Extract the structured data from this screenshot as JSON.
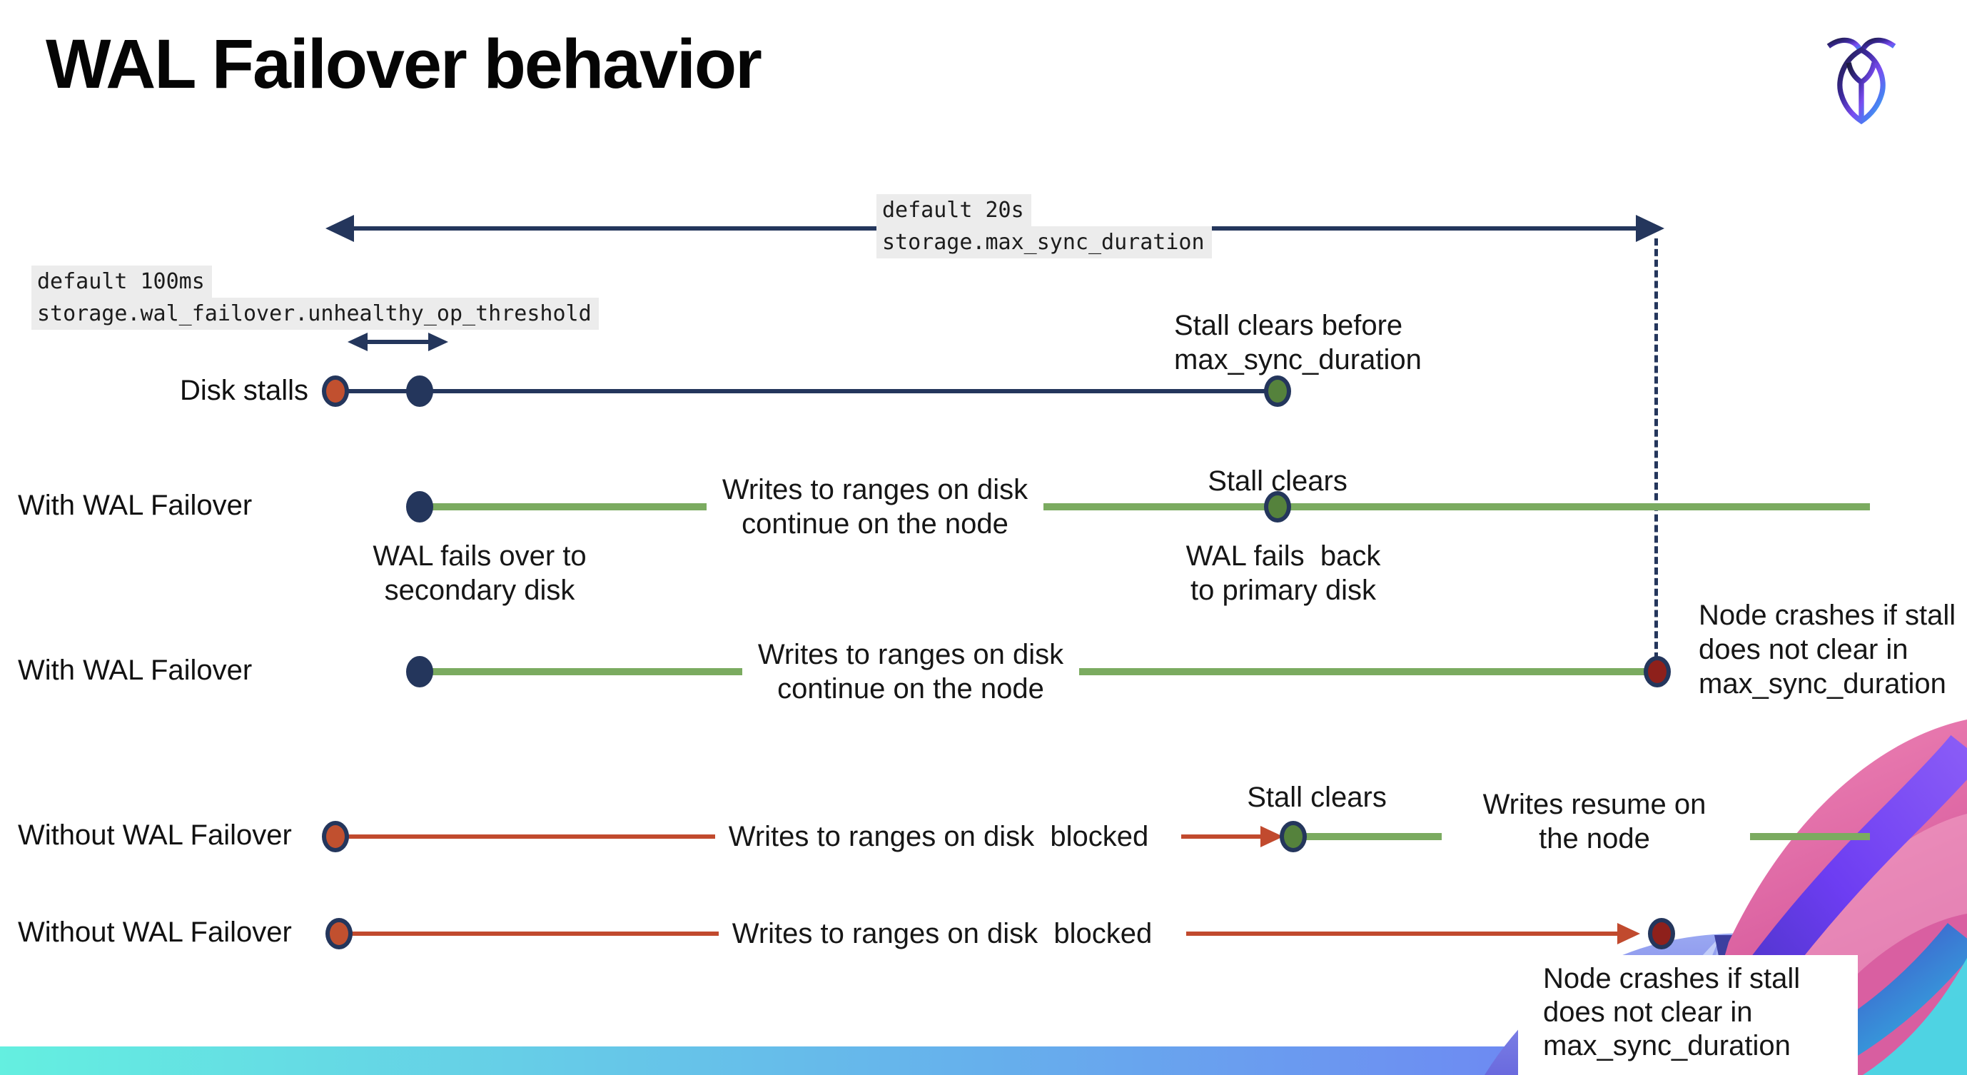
{
  "title": "WAL Failover behavior",
  "logo": "cockroachdb-mark",
  "settings": {
    "max_sync_duration": {
      "default_label": "default 20s",
      "setting_name": "storage.max_sync_duration"
    },
    "unhealthy_op_threshold": {
      "default_label": "default 100ms",
      "setting_name": "storage.wal_failover.unhealthy_op_threshold"
    }
  },
  "rows": [
    {
      "label": "Disk stalls"
    },
    {
      "label": "With WAL Failover"
    },
    {
      "label": "With WAL Failover"
    },
    {
      "label": "Without WAL Failover"
    },
    {
      "label": "Without WAL Failover"
    }
  ],
  "callouts": {
    "stall_clears_before": {
      "line1": "Stall clears before",
      "line2": "max_sync_duration"
    },
    "writes_continue": {
      "line1": "Writes to ranges on disk",
      "line2": "continue on the node"
    },
    "stall_clears": "Stall clears",
    "wal_fails_over": {
      "line1": "WAL fails over to",
      "line2": "secondary disk"
    },
    "wal_fails_back": {
      "line1": "WAL fails  back",
      "line2": "to primary disk"
    },
    "node_crashes": {
      "line1": "Node crashes if stall",
      "line2": "does not clear in",
      "line3": "max_sync_duration"
    },
    "writes_blocked": "Writes to ranges on disk  blocked",
    "writes_resume": {
      "line1": "Writes resume on",
      "line2": "the node"
    }
  },
  "colors": {
    "navy": "#24365c",
    "green_line": "#7bab60",
    "green_dot": "#55823c",
    "red_line": "#c14a2e",
    "red_dot": "#c1502f",
    "maroon_dot": "#8e201b",
    "label_bg": "#ececec",
    "bar_gradient": [
      "#64efe0",
      "#66b0ec",
      "#6d8df2",
      "#6f55ee"
    ]
  }
}
